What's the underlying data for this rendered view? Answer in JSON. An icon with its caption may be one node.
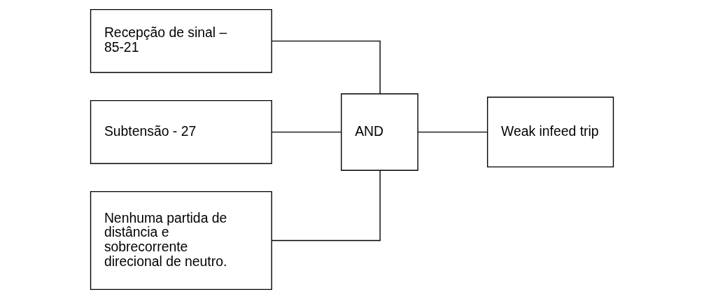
{
  "diagram": {
    "nodes": [
      {
        "text": [
          "Recepção de sinal – 85-21"
        ]
      },
      {
        "text": [
          "Subtensão - 27"
        ]
      },
      {
        "text": [
          "Nenhuma partida de distância e sobrecorrente direcional de neutro."
        ]
      },
      {
        "text": [
          "AND"
        ]
      },
      {
        "text": [
          "Weak infeed trip"
        ]
      }
    ],
    "edges": [
      {
        "from": 0,
        "to": 3,
        "arrow": "none"
      },
      {
        "from": 1,
        "to": 3,
        "arrow": "none"
      },
      {
        "from": 2,
        "to": 3,
        "arrow": "none"
      },
      {
        "from": 3,
        "to": 4,
        "arrow": "none"
      }
    ]
  }
}
